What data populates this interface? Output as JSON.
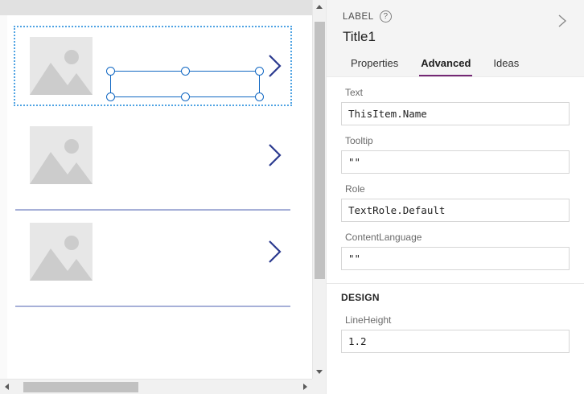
{
  "canvas": {
    "gallery": {
      "items": [
        {
          "name": "gallery-item-1",
          "selected": true,
          "image_placeholder": "image-placeholder-icon",
          "chevron": "chevron-right-icon",
          "separator": false
        },
        {
          "name": "gallery-item-2",
          "selected": false,
          "image_placeholder": "image-placeholder-icon",
          "chevron": "chevron-right-icon",
          "separator": true
        },
        {
          "name": "gallery-item-3",
          "selected": false,
          "image_placeholder": "image-placeholder-icon",
          "chevron": "chevron-right-icon",
          "separator": true
        }
      ],
      "selection": {
        "label": "selected-label-control",
        "handles": 6,
        "handle_color": "#1268c3",
        "outline_color": "#4fa3e3"
      }
    },
    "scrollbars": {
      "vertical": {
        "up_arrow": "triangle-up-icon",
        "down_arrow": "triangle-down-icon"
      },
      "horizontal": {
        "left_arrow": "triangle-left-icon",
        "right_arrow": "triangle-right-icon"
      }
    },
    "colors": {
      "separator": "#a7b0d8",
      "chevron": "#2b3a8f",
      "placeholder_bg": "#e7e7e7",
      "placeholder_fg": "#cccccc"
    }
  },
  "pane": {
    "kicker": "LABEL",
    "help_icon": "question-mark-icon",
    "title": "Title1",
    "collapse_icon": "chevron-right-icon",
    "tabs": [
      {
        "label": "Properties",
        "active": false
      },
      {
        "label": "Advanced",
        "active": true
      },
      {
        "label": "Ideas",
        "active": false
      }
    ],
    "accent_color": "#742774",
    "fields": [
      {
        "label": "Text",
        "value": "ThisItem.Name"
      },
      {
        "label": "Tooltip",
        "value": "\"\""
      },
      {
        "label": "Role",
        "value": "TextRole.Default"
      },
      {
        "label": "ContentLanguage",
        "value": "\"\""
      }
    ],
    "design_section": {
      "title": "DESIGN",
      "fields": [
        {
          "label": "LineHeight",
          "value": "1.2"
        }
      ]
    }
  }
}
